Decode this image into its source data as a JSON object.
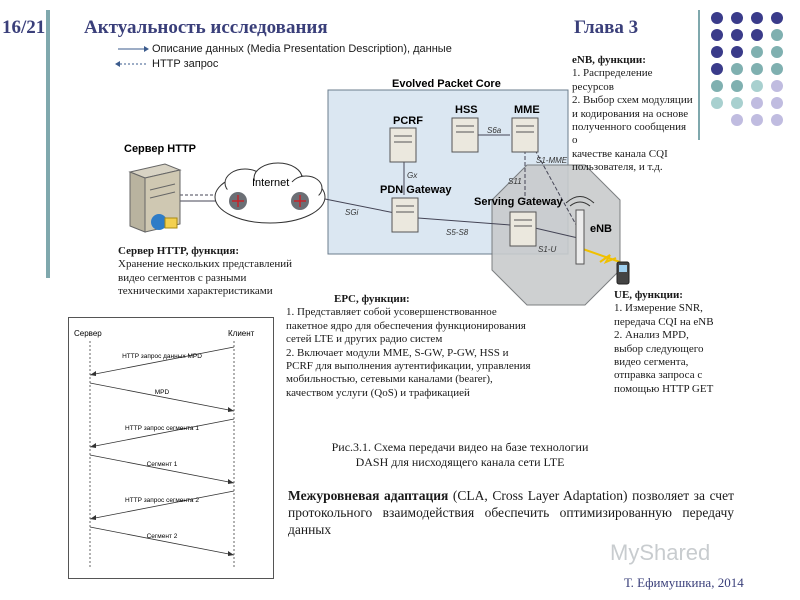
{
  "header": {
    "slide_number": "16/21",
    "title": "Актуальность исследования",
    "chapter": "Глава 3"
  },
  "legend": {
    "mpd_label": "Описание данных (Media Presentation Description), данные",
    "http_label": "HTTP запрос"
  },
  "diagram": {
    "epc_label": "Evolved Packet Core",
    "http_server_label": "Сервер HTTP",
    "internet_label": "Internet",
    "pcrf_label": "PCRF",
    "hss_label": "HSS",
    "mme_label": "MME",
    "pdn_gateway_label": "PDN Gateway",
    "serving_gateway_label": "Serving Gateway",
    "enb_label": "eNB",
    "iface_s6a": "S6a",
    "iface_gx": "Gx",
    "iface_s1mme": "S1-MME",
    "iface_s11": "S11",
    "iface_sgi": "SGi",
    "iface_s5s8": "S5-S8",
    "iface_s1u": "S1-U"
  },
  "enb_block": {
    "title": "eNB, функции:",
    "lines": [
      "1. Распределение ресурсов",
      "2. Выбор схем модуляции",
      "и кодирования на основе",
      "полученного сообщения о",
      "качестве канала CQI",
      "пользователя, и т.д."
    ]
  },
  "server_block": {
    "title": "Сервер HTTP, функция:",
    "lines": [
      "Хранение нескольких представлений",
      "видео сегментов с разными",
      "техническими характеристиками"
    ]
  },
  "epc_block": {
    "title": "EPC, функции:",
    "lines": [
      "1. Представляет собой усовершенствованное",
      "пакетное ядро для обеспечения функционирования",
      "сетей LTE и других радио систем",
      "2. Включает модули MME, S-GW, P-GW, HSS и",
      "PCRF для выполнения аутентификации, управления",
      "мобильностью, сетевыми каналами (bearer),",
      "качеством услуги (QoS) и трафикацией"
    ]
  },
  "ue_block": {
    "title": "UE, функции:",
    "lines": [
      "1. Измерение SNR,",
      "передача CQI на eNB",
      "2. Анализ MPD,",
      "выбор следующего",
      "видео сегмента,",
      "отправка запроса с",
      "помощью HTTP GET"
    ]
  },
  "sequence": {
    "server_label": "Сервер",
    "client_label": "Клиент",
    "messages": [
      "HTTP запрос данных MPD",
      "MPD",
      "HTTP запрос сегмента 1",
      "Сегмент 1",
      "HTTP запрос сегмента 2",
      "Сегмент 2"
    ]
  },
  "caption": {
    "line1": "Рис.3.1. Схема передачи видео на базе технологии",
    "line2": "DASH для нисходящего канала сети LTE"
  },
  "adaptation": {
    "term": "Межуровневая адаптация",
    "text": " (CLA, Cross Layer Adaptation) позволяет за счет протокольного взаимодействия обеспечить оптимизированную передачу данных"
  },
  "author": "Т. Ефимушкина, 2014",
  "watermark": "MyShared",
  "colors": {
    "title": "#3a3f7a",
    "accent_teal": "#7fa8ad",
    "dot_navy": "#3a3b8a",
    "dot_teal": "#7fb0b0",
    "dot_light_teal": "#a8d0cf",
    "dot_lavender": "#c0bce0",
    "epc_fill": "#dbe7f2"
  }
}
